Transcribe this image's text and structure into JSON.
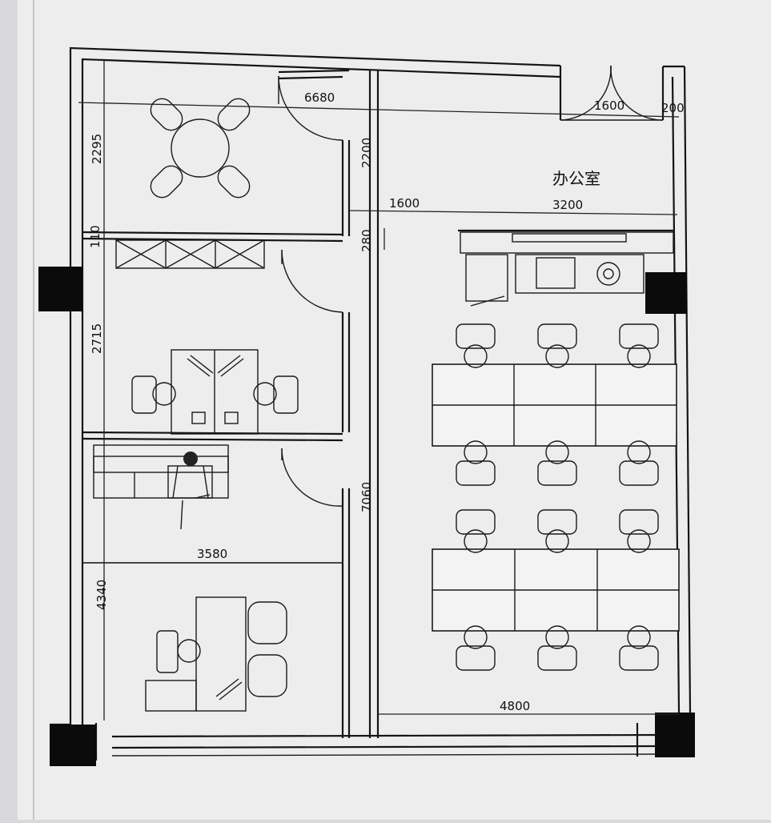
{
  "room_label": "办公室",
  "dimensions": {
    "top_span": "6680",
    "door_right_width": "1600",
    "door_right_side": "200",
    "left_top_height": "2295",
    "mid_height": "2200",
    "corridor_width": "1600",
    "office_width": "3200",
    "small_gap": "280",
    "left_small": "110",
    "left_mid_height": "2715",
    "corridor_length": "7060",
    "left_bottom_width": "3580",
    "left_bottom_height": "4340",
    "bottom_width": "4800"
  }
}
